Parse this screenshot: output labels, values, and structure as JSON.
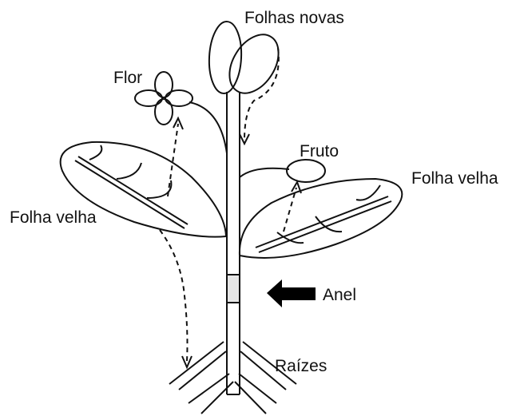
{
  "labels": {
    "new_leaves": "Folhas novas",
    "flower": "Flor",
    "fruit": "Fruto",
    "old_leaf_right": "Folha velha",
    "old_leaf_left": "Folha velha",
    "ring": "Anel",
    "roots": "Raízes"
  },
  "colors": {
    "line": "#111111",
    "ring_fill": "#e6e6e6",
    "background": "#ffffff"
  }
}
